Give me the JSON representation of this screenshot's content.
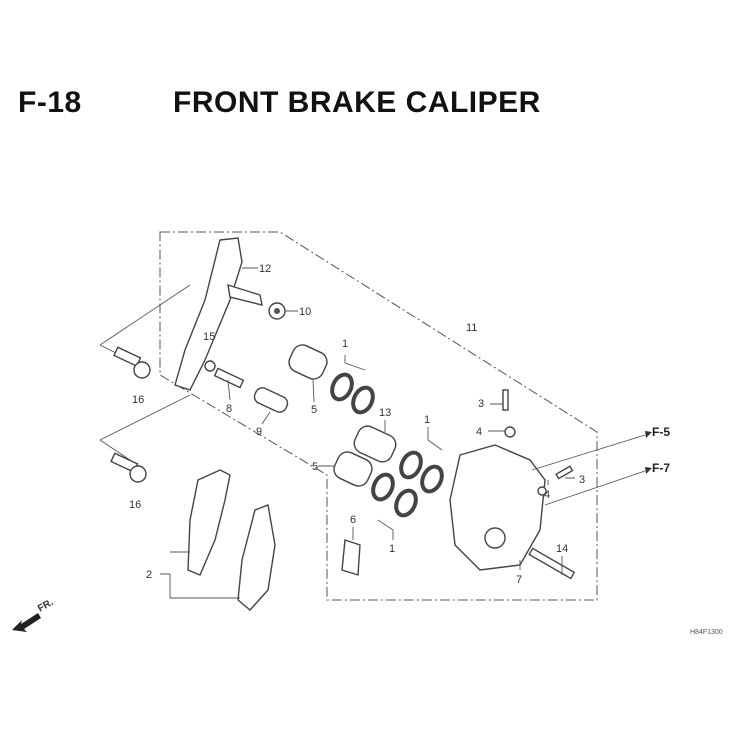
{
  "header": {
    "code": "F-18",
    "title": "FRONT BRAKE CALIPER"
  },
  "callouts": {
    "p12": "12",
    "p10": "10",
    "p11": "11",
    "p15": "15",
    "p1a": "1",
    "p16a": "16",
    "p8": "8",
    "p5a": "5",
    "p9": "9",
    "p13": "13",
    "p1b": "1",
    "p3a": "3",
    "p4a": "4",
    "p5b": "5",
    "p3b": "3",
    "p4b": "4",
    "p16b": "16",
    "p6": "6",
    "p1c": "1",
    "p14": "14",
    "p7": "7",
    "p2": "2"
  },
  "references": {
    "f5": "F-5",
    "f7": "F-7"
  },
  "direction": {
    "label": "FR."
  },
  "diagram_code": "H84F1300"
}
